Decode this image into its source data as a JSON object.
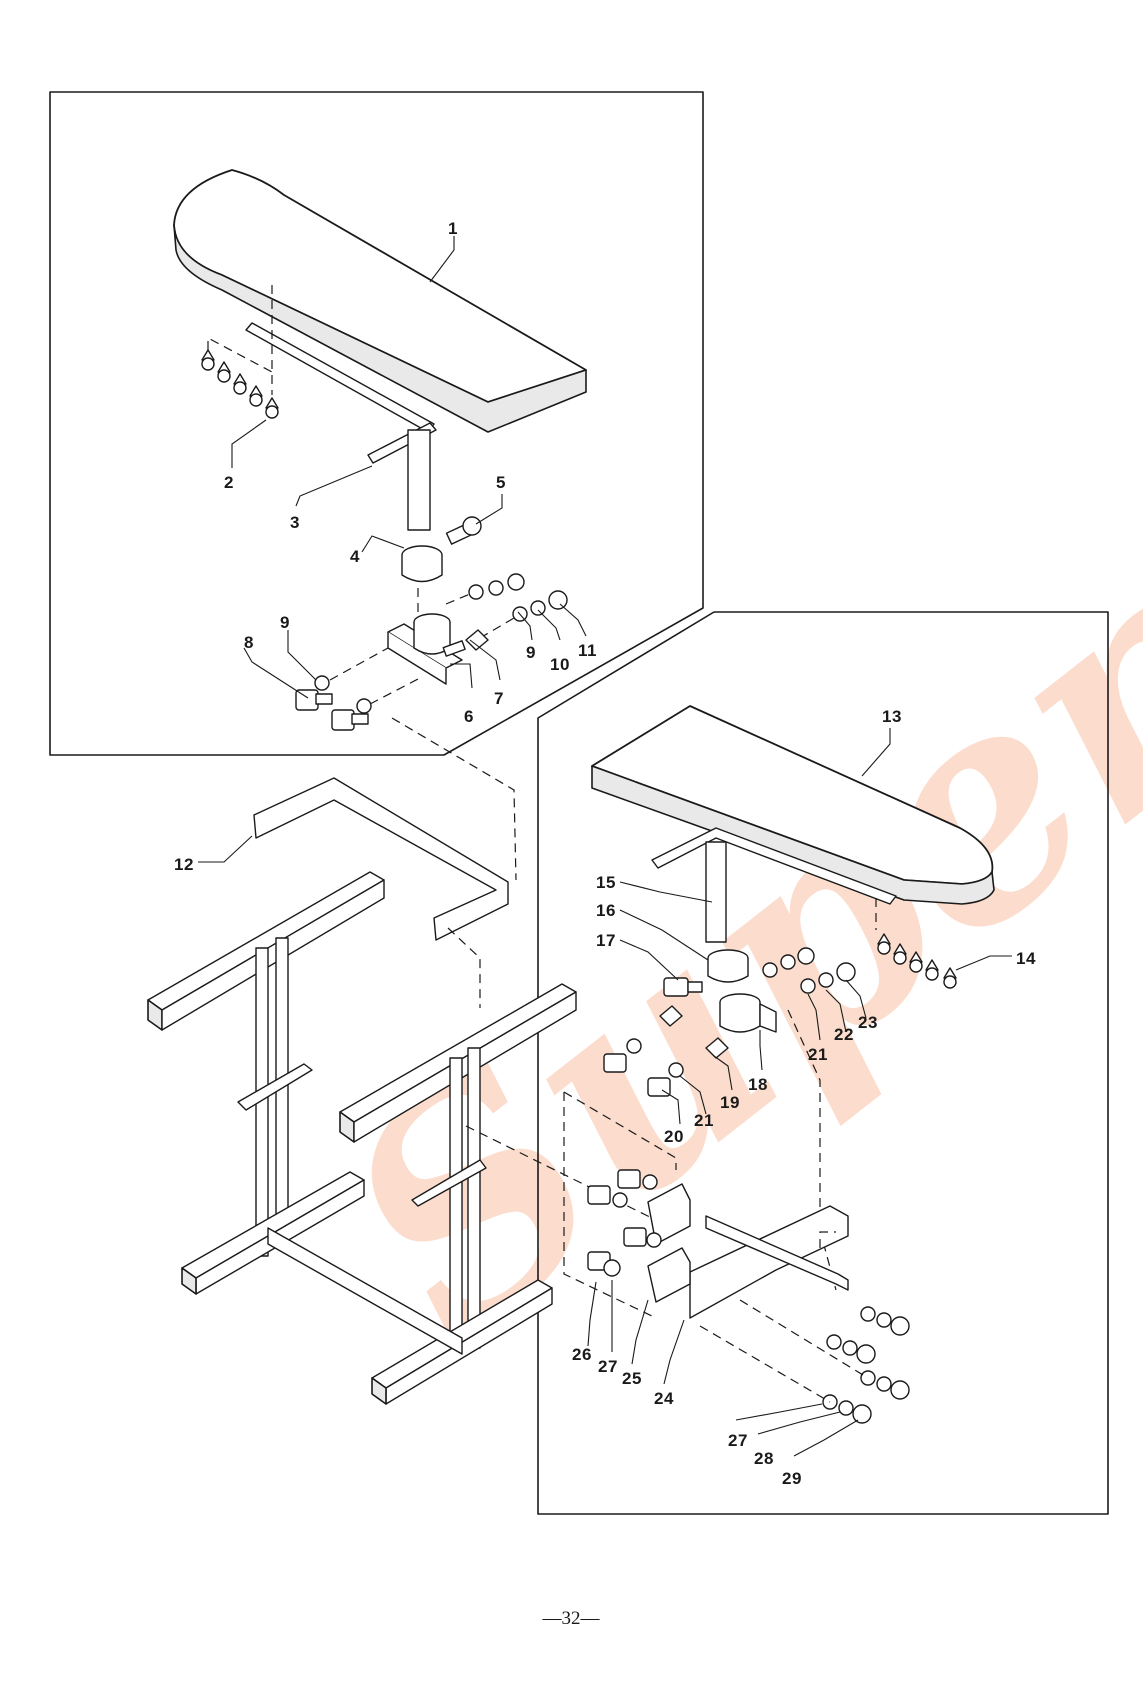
{
  "watermark": "Superior",
  "page_number": "—32—",
  "callouts": [
    "1",
    "2",
    "3",
    "4",
    "5",
    "6",
    "7",
    "8",
    "9",
    "9",
    "10",
    "11",
    "12",
    "13",
    "14",
    "15",
    "16",
    "17",
    "18",
    "19",
    "20",
    "21",
    "21",
    "22",
    "23",
    "24",
    "25",
    "26",
    "27",
    "27",
    "28",
    "29"
  ]
}
